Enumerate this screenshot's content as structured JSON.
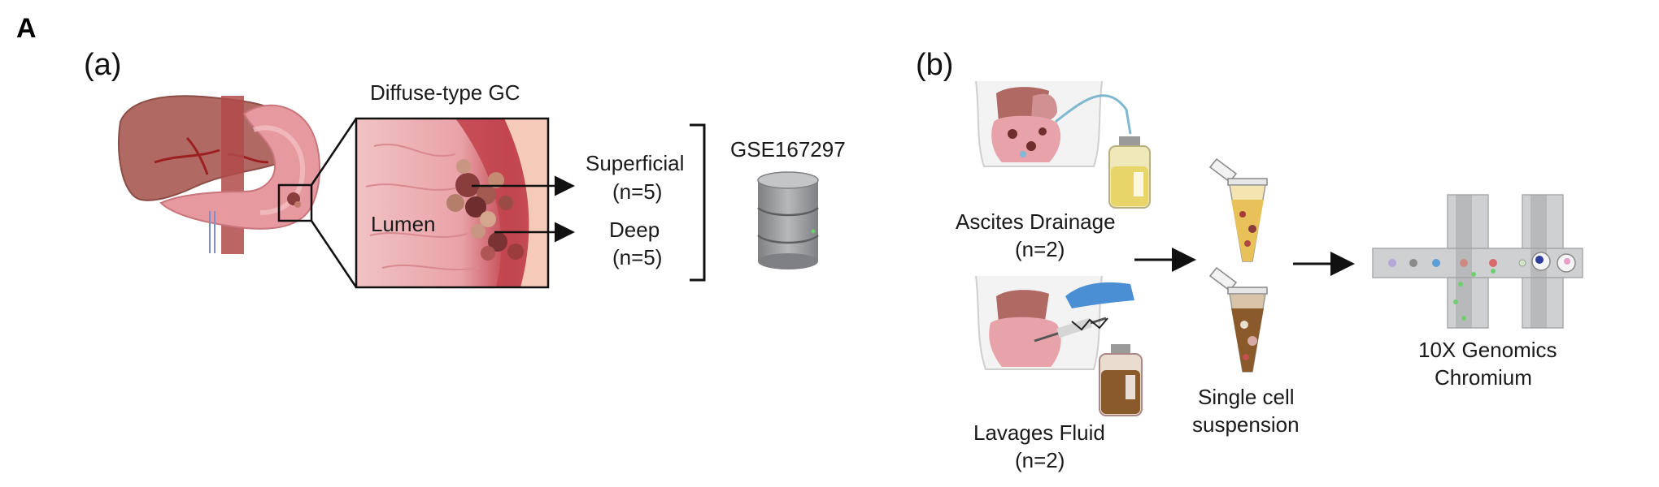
{
  "figure": {
    "panel_letter": "A",
    "panel_a": {
      "label": "(a)",
      "title": "Diffuse-type GC",
      "lumen": "Lumen",
      "superficial": "Superficial",
      "superficial_n": "(n=5)",
      "deep": "Deep",
      "deep_n": "(n=5)",
      "dataset": "GSE167297",
      "icons": [
        "stomach-anatomy",
        "tissue-zoom",
        "database-icon"
      ]
    },
    "panel_b": {
      "label": "(b)",
      "ascites": "Ascites Drainage",
      "ascites_n": "(n=2)",
      "lavage": "Lavages Fluid",
      "lavage_n": "(n=2)",
      "single_line1": "Single cell",
      "single_line2": "suspension",
      "genomics_line1": "10X Genomics",
      "genomics_line2": "Chromium",
      "icons": [
        "torso-drainage",
        "torso-syringe",
        "tube-icon",
        "microfluidic-chip"
      ]
    },
    "colors": {
      "tissue": "#e8a7ad",
      "tissue_dark": "#c1454e",
      "liver": "#b06a63",
      "tumor": "#8a3d3d",
      "fluid_yellow": "#e8d56a",
      "fluid_brown": "#8b5a2b",
      "db_gray": "#8f9194",
      "chip_gray": "#c9cacc"
    }
  }
}
